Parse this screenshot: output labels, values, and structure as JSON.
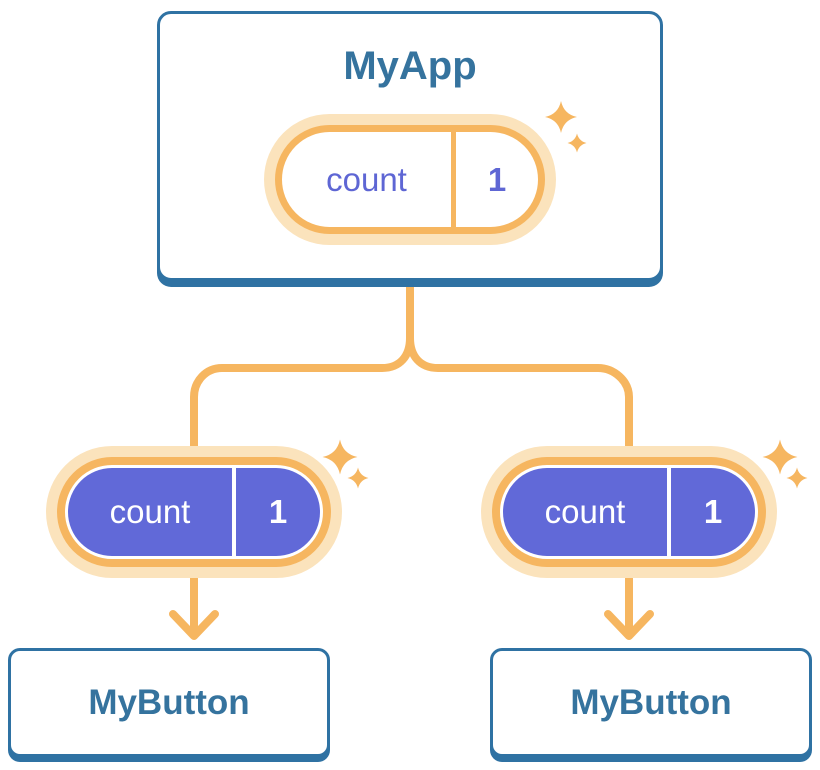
{
  "colors": {
    "background": "#FFFFFF",
    "blue-border": "#2F72A3",
    "blue-text": "#35739E",
    "orange": "#F6B660",
    "orange-light": "#FBE3BC",
    "purple": "#6169D8",
    "purple-text": "#5E66D4",
    "pill-text-light": "#FFFFFF"
  },
  "tree": {
    "root": {
      "title": "MyApp",
      "state_pill": {
        "label": "count",
        "value": "1"
      }
    },
    "children": [
      {
        "title": "MyButton",
        "prop_pill": {
          "label": "count",
          "value": "1"
        }
      },
      {
        "title": "MyButton",
        "prop_pill": {
          "label": "count",
          "value": "1"
        }
      }
    ]
  },
  "icons": {
    "sparkle-icon": "✦",
    "arrow-down-icon": "↓"
  }
}
